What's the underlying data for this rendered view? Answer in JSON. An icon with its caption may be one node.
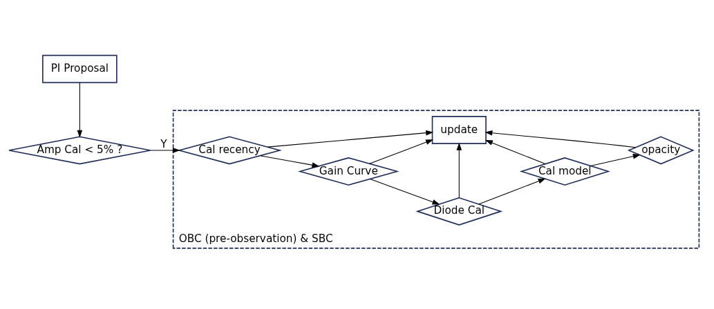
{
  "diagram": {
    "nodes": [
      {
        "text": [
          "PI Proposal"
        ]
      },
      {
        "text": [
          "Amp Cal < 5% ?"
        ]
      },
      {
        "text": [
          "OBC (pre-observation) & SBC"
        ]
      },
      {
        "text": [
          "Cal recency"
        ],
        "in": 2
      },
      {
        "text": [
          "Gain Curve"
        ],
        "in": 2
      },
      {
        "text": [
          "Diode Cal"
        ],
        "in": 2
      },
      {
        "text": [
          "Cal model"
        ],
        "in": 2
      },
      {
        "text": [
          "opacity"
        ],
        "in": 2
      },
      {
        "text": [
          "update"
        ],
        "in": 2
      }
    ],
    "edges": [
      {
        "from": 0,
        "to": 1,
        "arrow": "to"
      },
      {
        "from": 1,
        "to": 3,
        "arrow": "to",
        "label": "Y"
      },
      {
        "from": 3,
        "to": 4,
        "arrow": "to"
      },
      {
        "from": 4,
        "to": 5,
        "arrow": "to"
      },
      {
        "from": 5,
        "to": 6,
        "arrow": "to"
      },
      {
        "from": 6,
        "to": 7,
        "arrow": "to"
      },
      {
        "from": 3,
        "to": 8,
        "arrow": "to"
      },
      {
        "from": 4,
        "to": 8,
        "arrow": "to"
      },
      {
        "from": 5,
        "to": 8,
        "arrow": "to"
      },
      {
        "from": 6,
        "to": 8,
        "arrow": "to"
      },
      {
        "from": 7,
        "to": 8,
        "arrow": "to"
      }
    ]
  }
}
